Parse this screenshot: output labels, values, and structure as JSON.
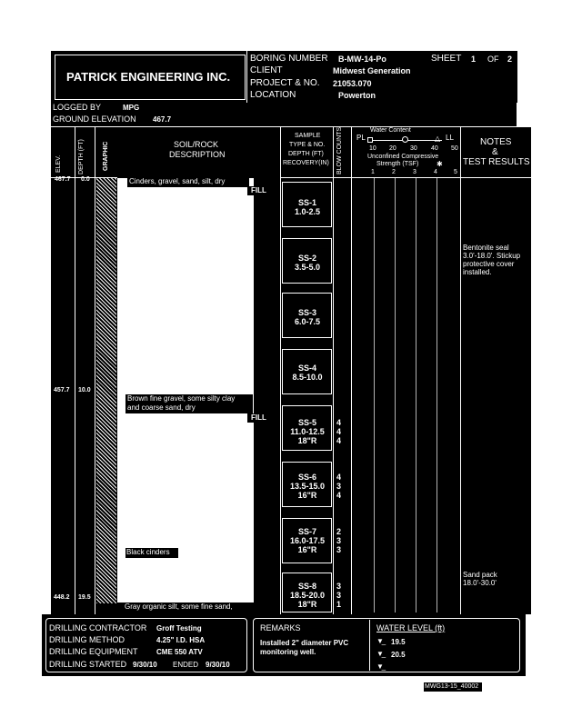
{
  "header": {
    "company": "PATRICK ENGINEERING INC.",
    "boring_number_label": "BORING NUMBER",
    "boring_number": "B-MW-14-Po",
    "sheet_label": "SHEET",
    "sheet_num": "1",
    "of_label": "OF",
    "sheet_total": "2",
    "client_label": "CLIENT",
    "client": "Midwest Generation",
    "project_label": "PROJECT & NO.",
    "project_no": "21053.070",
    "location_label": "LOCATION",
    "location": "Powerton",
    "logged_by_label": "LOGGED BY",
    "logged_by": "MPG",
    "ground_elev_label": "GROUND ELEVATION",
    "ground_elev": "467.7"
  },
  "columns": {
    "elev": "ELEV.",
    "depth": "DEPTH (FT)",
    "graphic": "GRAPHIC",
    "soil_line1": "SOIL/ROCK",
    "soil_line2": "DESCRIPTION",
    "sample_line1": "SAMPLE",
    "sample_line2": "TYPE & NO.",
    "sample_line3": "DEPTH (FT)",
    "sample_line4": "RECOVERY(IN)",
    "blow": "BLOW COUNTS",
    "water_content": "Water Content",
    "pl": "PL",
    "ll": "LL",
    "wc_ticks": [
      "10",
      "20",
      "30",
      "40",
      "50"
    ],
    "ucs_line1": "Unconfined Compressive",
    "ucs_line2": "Strength (TSF)",
    "ucs_ticks": [
      "1",
      "2",
      "3",
      "4",
      "5"
    ],
    "notes_line1": "NOTES",
    "notes_line2": "&",
    "notes_line3": "TEST RESULTS"
  },
  "elevations": [
    {
      "elev": "467.7",
      "depth": "0.0"
    },
    {
      "elev": "457.7",
      "depth": "10.0"
    },
    {
      "elev": "448.2",
      "depth": "19.5"
    }
  ],
  "layers": [
    {
      "desc": "Cinders, gravel, sand, silt, dry",
      "tag": "FILL"
    },
    {
      "desc1": "Brown fine gravel, some silty clay",
      "desc2": "and coarse sand, dry",
      "tag": "FILL"
    },
    {
      "desc": "Black cinders"
    },
    {
      "desc": "Gray organic silt, some fine sand,"
    }
  ],
  "samples": [
    {
      "line1": "SS-1",
      "line2": "1.0-2.5",
      "line3": ""
    },
    {
      "line1": "SS-2",
      "line2": "3.5-5.0",
      "line3": ""
    },
    {
      "line1": "SS-3",
      "line2": "6.0-7.5",
      "line3": ""
    },
    {
      "line1": "SS-4",
      "line2": "8.5-10.0",
      "line3": ""
    },
    {
      "line1": "SS-5",
      "line2": "11.0-12.5",
      "line3": "18\"R",
      "blows": "4\n4\n4"
    },
    {
      "line1": "SS-6",
      "line2": "13.5-15.0",
      "line3": "16\"R",
      "blows": "4\n3\n4"
    },
    {
      "line1": "SS-7",
      "line2": "16.0-17.5",
      "line3": "16\"R",
      "blows": "2\n3\n3"
    },
    {
      "line1": "SS-8",
      "line2": "18.5-20.0",
      "line3": "18\"R",
      "blows": "3\n3\n1"
    }
  ],
  "notes": {
    "note1": "Bentonite seal\n3.0'-18.0'. Stickup\nprotective cover\ninstalled.",
    "note2": "Sand pack\n18.0'-30.0'"
  },
  "footer": {
    "contractor_label": "DRILLING CONTRACTOR",
    "contractor": "Groff Testing",
    "method_label": "DRILLING METHOD",
    "method": "4.25\" I.D. HSA",
    "equipment_label": "DRILLING EQUIPMENT",
    "equipment": "CME 550 ATV",
    "started_label": "DRILLING STARTED",
    "started": "9/30/10",
    "ended_label": "ENDED",
    "ended": "9/30/10",
    "remarks_label": "REMARKS",
    "remarks": "Installed 2\" diameter PVC\nmonitoring well.",
    "water_level_label": "WATER LEVEL (ft)",
    "wl1": "19.5",
    "wl2": "20.5",
    "wl3": ""
  },
  "doc_code": "MWG13-15_40002"
}
